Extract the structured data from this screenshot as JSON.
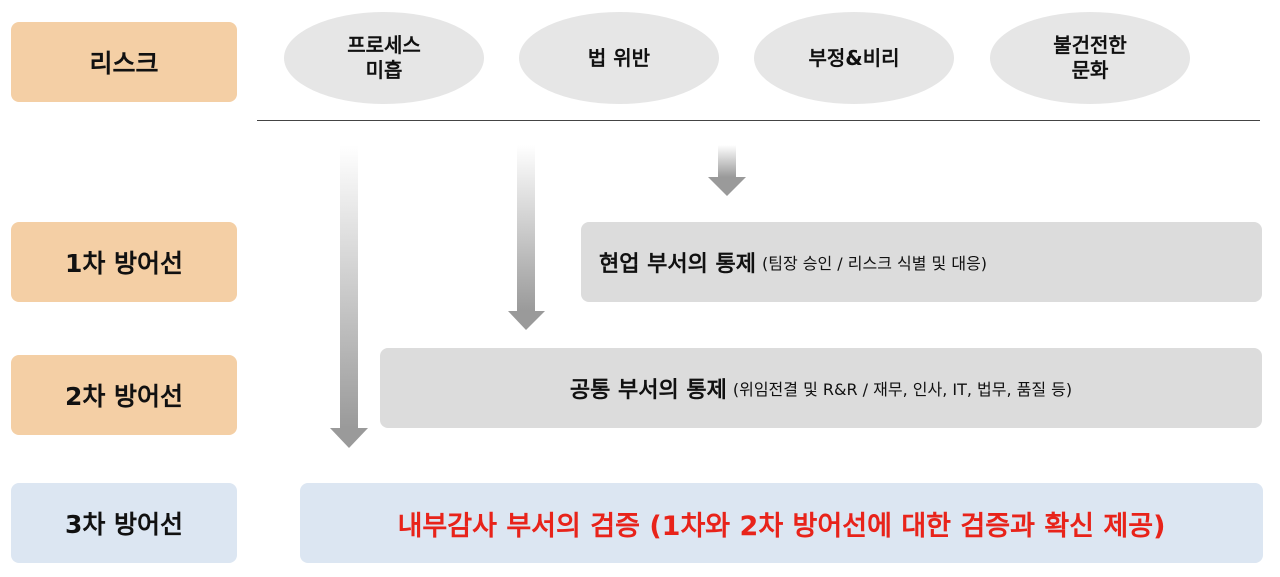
{
  "labels": {
    "risk": "리스크",
    "line1": "1차 방어선",
    "line2": "2차 방어선",
    "line3": "3차 방어선"
  },
  "risks": [
    "프로세스\n미흡",
    "법 위반",
    "부정&비리",
    "불건전한\n문화"
  ],
  "first_line": {
    "title": "현업 부서의 통제",
    "detail": "(팀장 승인 / 리스크 식별 및 대응)"
  },
  "second_line": {
    "title": "공통 부서의 통제",
    "detail": "(위임전결 및 R&R / 재무, 인사, IT, 법무, 품질 등)"
  },
  "third_line": {
    "text": "내부감사 부서의 검증 (1차와 2차 방어선에 대한 검증과 확신 제공)"
  },
  "colors": {
    "label_orange": "#f4cfa5",
    "label_blue": "#dce6f2",
    "ellipse": "#e6e6e6",
    "control_box": "#dcdcdc",
    "audit_text": "#e8231a"
  }
}
